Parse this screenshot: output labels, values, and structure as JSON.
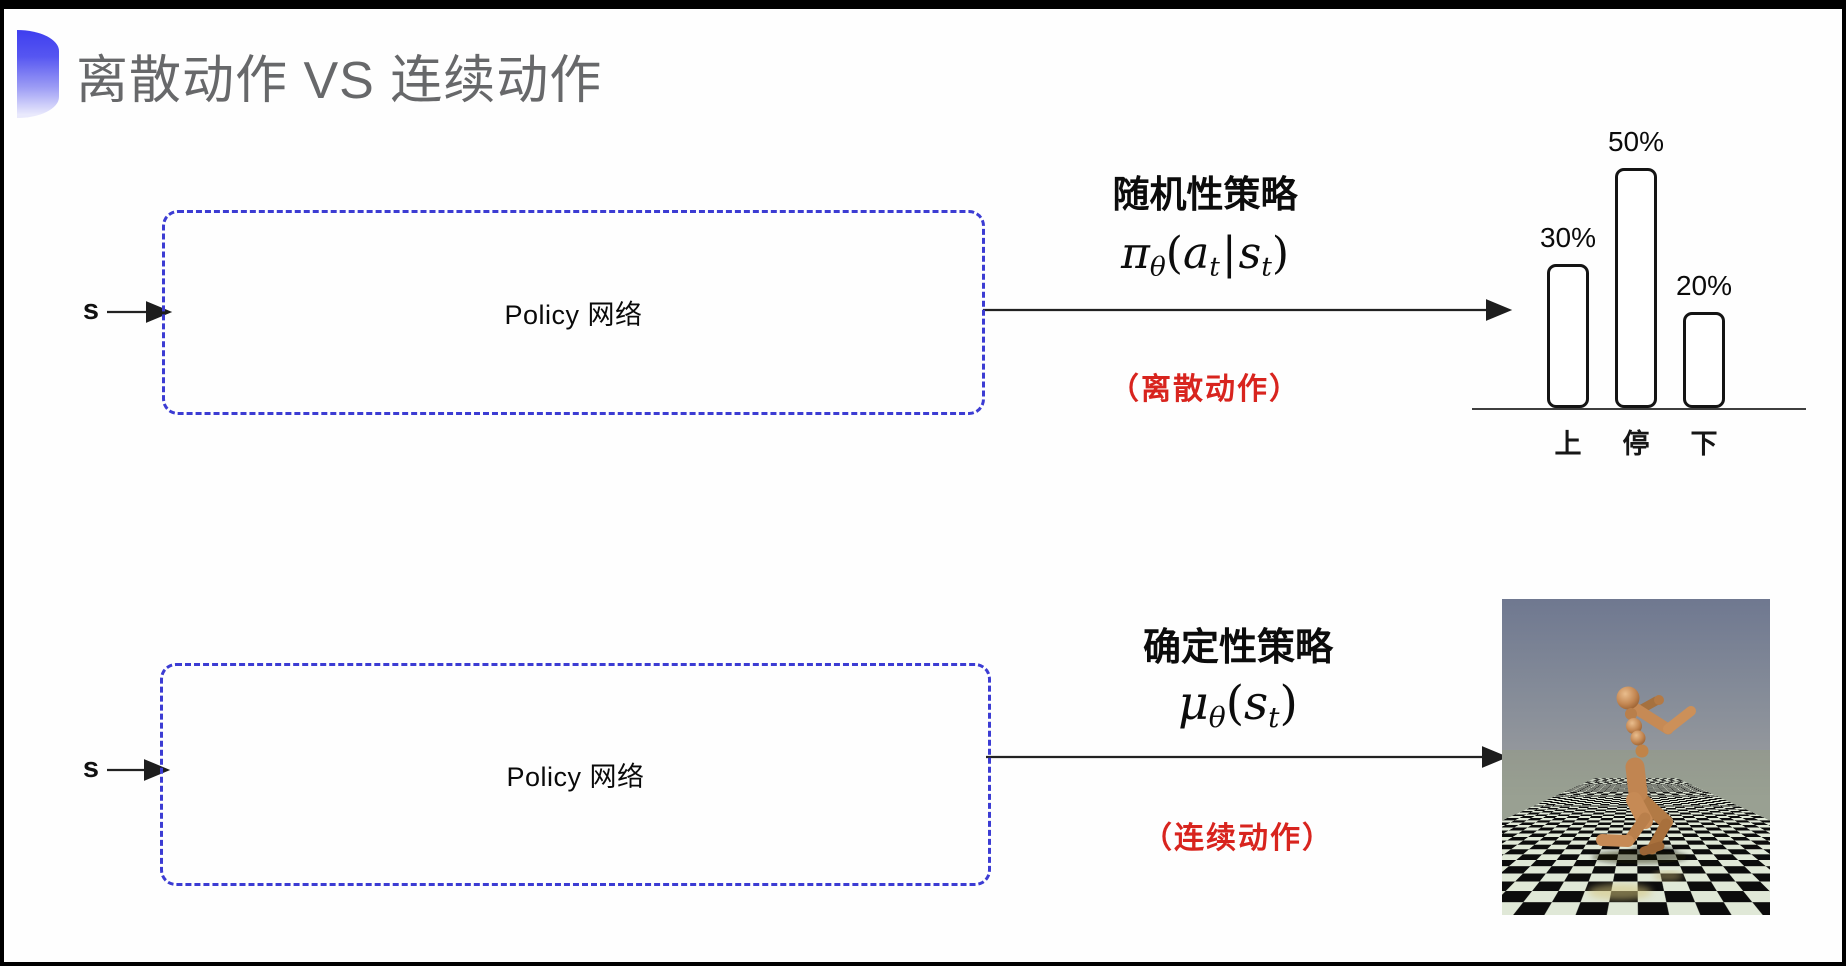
{
  "title": "离散动作 VS 连续动作",
  "rows": {
    "stochastic": {
      "input_label": "s",
      "box_label": "Policy 网络",
      "policy_name": "随机性策略",
      "formula": {
        "sym": "π",
        "sym_sub": "θ",
        "open": "(",
        "arg1": "a",
        "arg1_sub": "t",
        "sep": "|",
        "arg2": "s",
        "arg2_sub": "t",
        "close": ")"
      },
      "note": "（离散动作）"
    },
    "deterministic": {
      "input_label": "s",
      "box_label": "Policy 网络",
      "policy_name": "确定性策略",
      "formula": {
        "sym": "μ",
        "sym_sub": "θ",
        "open": "(",
        "arg1": "s",
        "arg1_sub": "t",
        "close": ")"
      },
      "note": "（连续动作）"
    }
  },
  "chart_data": {
    "type": "bar",
    "categories": [
      "上",
      "停",
      "下"
    ],
    "values": [
      30,
      50,
      20
    ],
    "value_labels": [
      "30%",
      "50%",
      "20%"
    ],
    "title": "",
    "xlabel": "",
    "ylabel": "",
    "ylim": [
      0,
      60
    ],
    "grid": false,
    "legend": false
  },
  "colors": {
    "box_border_blue": "#3c3cd3",
    "note_red": "#d8241e",
    "title_gray": "#67686a",
    "arrow_black": "#222222",
    "bar_outline": "#141414"
  }
}
